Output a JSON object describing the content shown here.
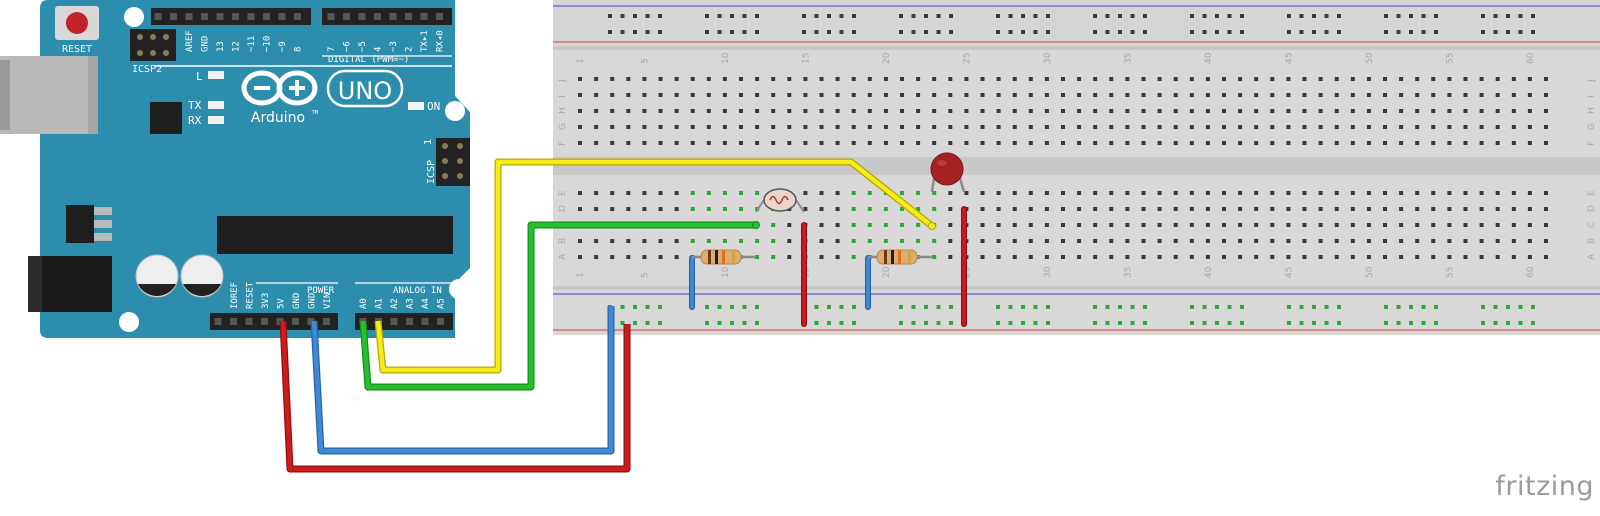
{
  "arduino": {
    "reset_label": "RESET",
    "icsp2_label": "ICSP2",
    "icsp_label": "ICSP",
    "icsp_pin1": "1",
    "led_l": "L",
    "led_tx": "TX",
    "led_rx": "RX",
    "led_on": "ON",
    "logo_text": "Arduino",
    "logo_tm": "TM",
    "uno_text": "UNO",
    "digital_label": "DIGITAL (PWM=~)",
    "power_label": "POWER",
    "analog_label": "ANALOG IN",
    "digital_pins_left": [
      "AREF",
      "GND",
      "13",
      "12",
      "~11",
      "~10",
      "~9",
      "8"
    ],
    "digital_pins_right": [
      "7",
      "~6",
      "~5",
      "4",
      "~3",
      "2",
      "TX▸1",
      "RX◂0"
    ],
    "power_pins": [
      "IOREF",
      "RESET",
      "3V3",
      "5V",
      "GND",
      "GND",
      "VIN"
    ],
    "analog_pins": [
      "A0",
      "A1",
      "A2",
      "A3",
      "A4",
      "A5"
    ]
  },
  "breadboard": {
    "column_numbers": [
      "1",
      "5",
      "10",
      "15",
      "20",
      "25",
      "30",
      "35",
      "40",
      "45",
      "50",
      "55",
      "60"
    ],
    "upper_row_letters": [
      "J",
      "I",
      "H",
      "G",
      "F"
    ],
    "lower_row_letters": [
      "E",
      "D",
      "C",
      "B",
      "A"
    ]
  },
  "components": {
    "wires": [
      "yellow-signal-wire",
      "green-signal-wire",
      "red-5v-wire",
      "blue-gnd-wire"
    ],
    "parts": [
      "photoresistor",
      "resistor-1",
      "resistor-2",
      "ceramic-capacitor"
    ]
  },
  "colors": {
    "board": "#2d8dad",
    "breadboard": "#d9d9d9",
    "wire_yellow": "#f5ec1b",
    "wire_green": "#23c12c",
    "wire_red": "#cc1c1c",
    "wire_blue": "#3f8ad8"
  },
  "watermark": "fritzing"
}
